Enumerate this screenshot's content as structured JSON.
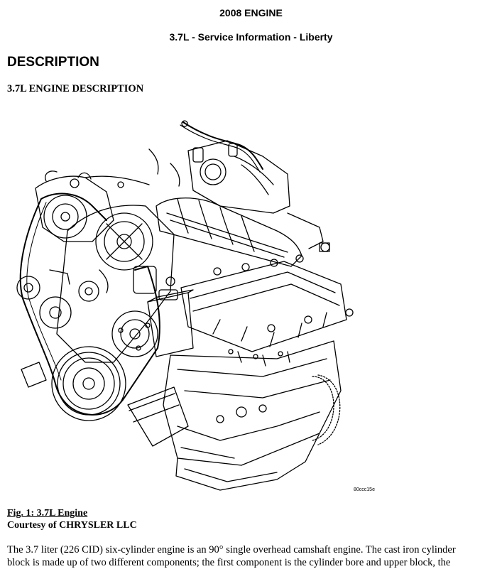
{
  "header": {
    "line1": "2008 ENGINE",
    "line2": "3.7L - Service Information - Liberty"
  },
  "section": {
    "title": "DESCRIPTION",
    "subtitle": "3.7L ENGINE DESCRIPTION"
  },
  "figure": {
    "code": "80ccc15e",
    "caption": "Fig. 1: 3.7L Engine",
    "courtesy": "Courtesy of CHRYSLER LLC"
  },
  "body": {
    "line1": "The 3.7 liter (226 CID) six-cylinder engine is an 90° single overhead camshaft engine. The cast iron cylinder",
    "line2": "block is made up of two different components; the first component is the cylinder bore and upper block, the"
  }
}
